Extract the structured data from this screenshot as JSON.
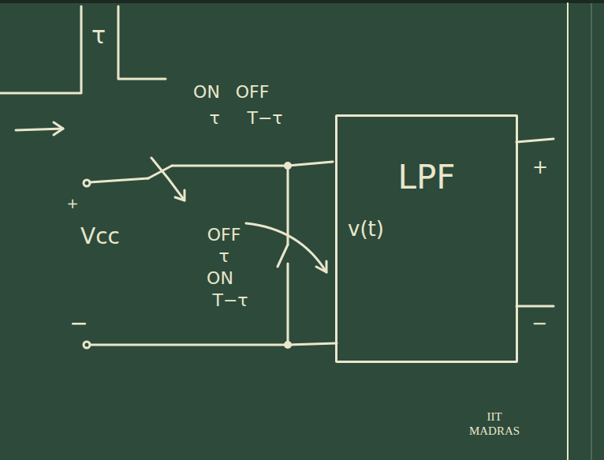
{
  "diagram": {
    "nodes": [
      {
        "text": [
          "LPF"
        ]
      }
    ],
    "labels": [
      "τ",
      "ON",
      "OFF",
      "τ",
      "T−τ",
      "+",
      "Vcc",
      "−",
      "OFF",
      "τ",
      "ON",
      "T−τ",
      "v(t)",
      "+",
      "−",
      "IIT MADRAS"
    ]
  }
}
